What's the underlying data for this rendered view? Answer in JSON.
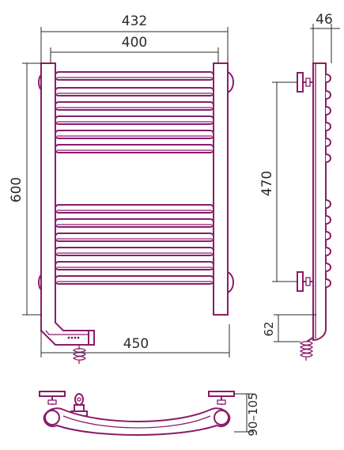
{
  "dimensions": {
    "outer_width": "432",
    "inner_width": "400",
    "total_height": "600",
    "depth": "46",
    "bracket_spacing": "470",
    "heater_offset": "62",
    "base_width": "450",
    "wall_distance": "90–105"
  },
  "colors": {
    "outline": "#8a1c6a",
    "dimension_line": "#2a2a2a"
  }
}
